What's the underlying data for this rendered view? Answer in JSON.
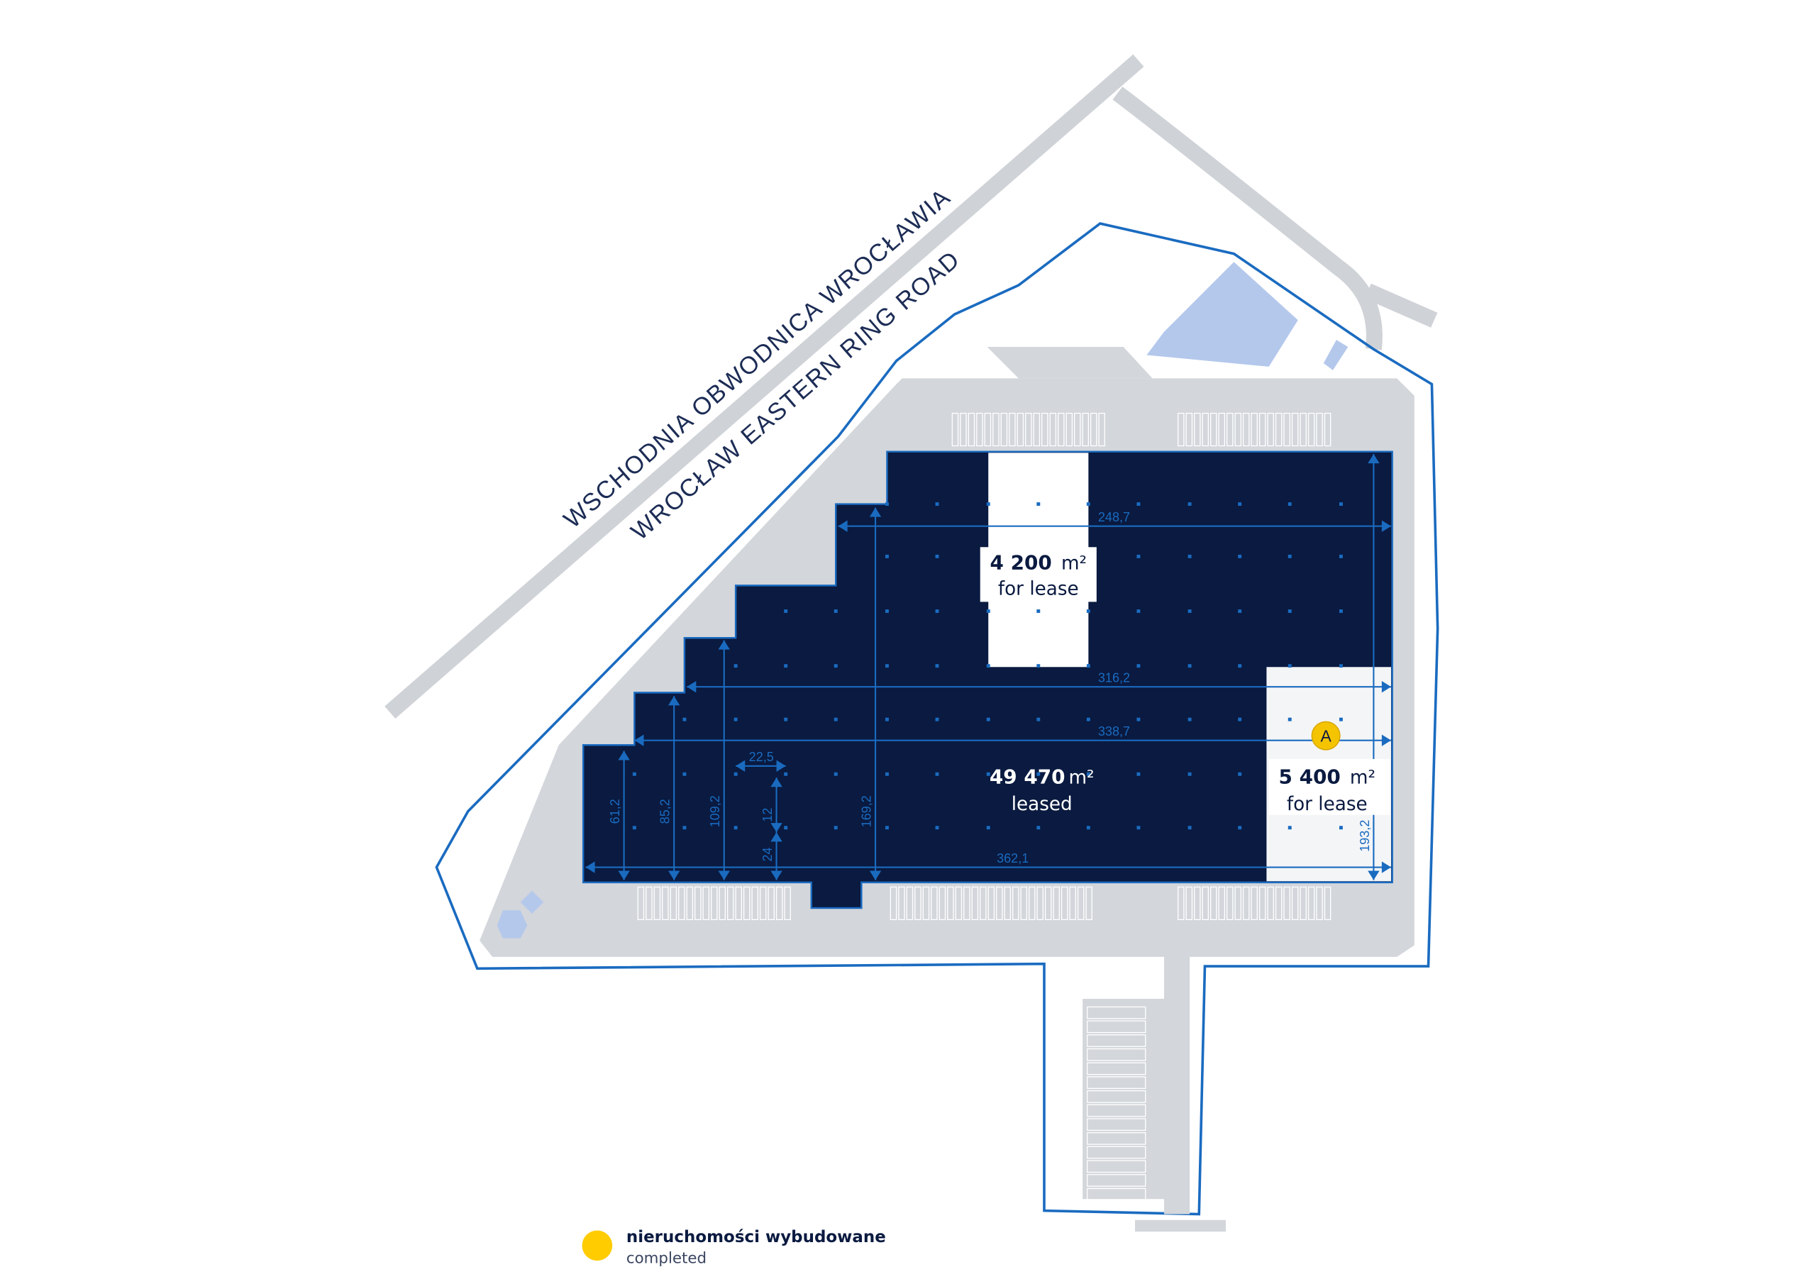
{
  "roads": {
    "name_pl": "WSCHODNIA OBWODNICA WROCŁAWIA",
    "name_en": "WROCŁAW EASTERN RING ROAD"
  },
  "units": {
    "leased": {
      "area": "49 470",
      "unit": "m²",
      "label": "leased"
    },
    "lease_top": {
      "area": "4 200",
      "unit": "m²",
      "label": "for lease"
    },
    "lease_right": {
      "area": "5 400",
      "unit": "m²",
      "label": "for lease"
    }
  },
  "marker": {
    "label": "A",
    "color": "#f5c400"
  },
  "dimensions": {
    "d248": "248,7",
    "d316": "316,2",
    "d338": "338,7",
    "d362": "362,1",
    "d22": "22,5",
    "d61": "61,2",
    "d85": "85,2",
    "d109": "109,2",
    "d169": "169,2",
    "d193": "193,2",
    "d12": "12",
    "d24": "24"
  },
  "legend": {
    "title": "nieruchomości wybudowane",
    "subtitle": "completed",
    "color": "#ffcc00"
  },
  "colors": {
    "building": "#0a1a40",
    "boundary": "#1a6bc0",
    "yard": "#d3d6db",
    "water": "#b4c8ec"
  }
}
